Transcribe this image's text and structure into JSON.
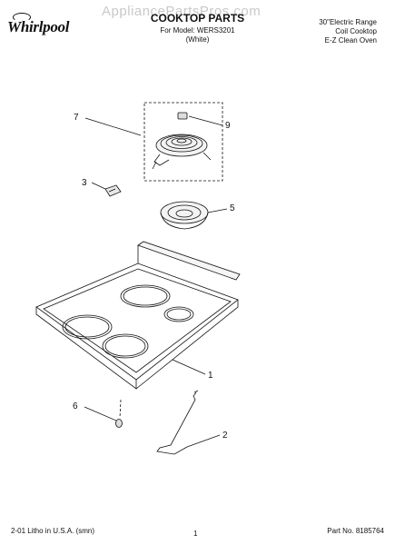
{
  "header": {
    "brand": "Whirlpool",
    "watermark": "AppliancePartsPros.com",
    "title": "COOKTOP PARTS",
    "model_line": "For Model: WERS3201",
    "color_line": "(White)",
    "description": [
      "30\"Electric Range",
      "Coil Cooktop",
      "E-Z Clean Oven"
    ]
  },
  "callouts": [
    "7",
    "9",
    "3",
    "5",
    "1",
    "6",
    "2"
  ],
  "footer": {
    "left": "2-01 Litho in U.S.A. (smn)",
    "center": "1",
    "right": "Part No. 8185764"
  }
}
